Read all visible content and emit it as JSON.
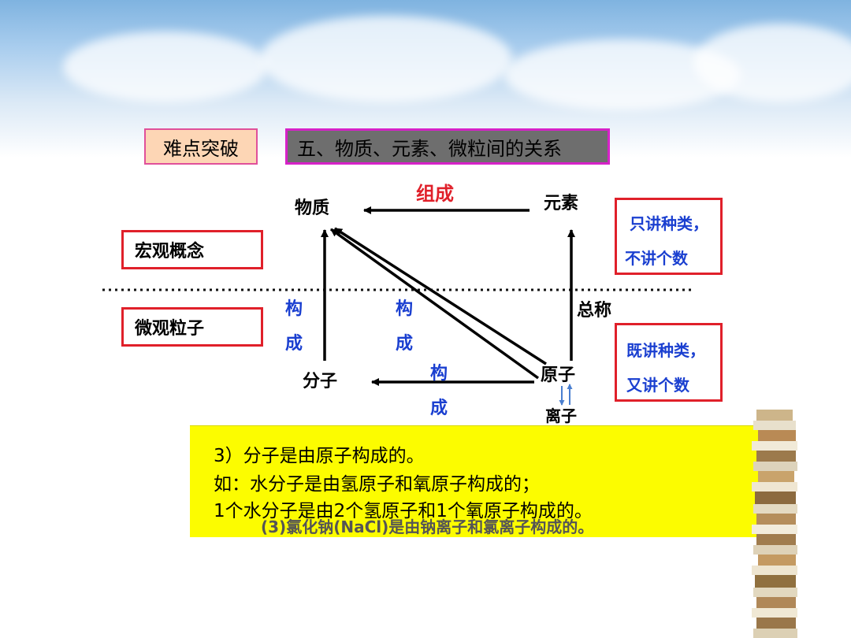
{
  "header": {
    "tag": "难点突破",
    "title": "五、物质、元素、微粒间的关系"
  },
  "diagram": {
    "nodes": {
      "wuzhi": "物质",
      "yuansu": "元素",
      "fenzi": "分子",
      "yuanzi": "原子",
      "lizi": "离子"
    },
    "edge_labels": {
      "zucheng": "组成",
      "gou": "构",
      "cheng": "成",
      "zongcheng": "总称"
    },
    "categories": {
      "macro": "宏观概念",
      "micro": "微观粒子"
    },
    "notes": {
      "note1_line1": "只讲种类，",
      "note1_line2": "不讲个数",
      "note2_line1": "既讲种类，",
      "note2_line2": "又讲个数"
    }
  },
  "overlay": {
    "line1": "3）分子是由原子构成的。",
    "line2": "如：水分子是由氢原子和氧原子构成的；",
    "line3": "1个水分子是由2个氢原子和1个氧原子构成的。",
    "hidden_bottom": "(3)氯化钠(NaCl)是由钠离子和氯离子构成的。"
  },
  "colors": {
    "accent_red": "#e0202a",
    "accent_blue": "#1a3fd0",
    "highlight_yellow": "#fcfc00",
    "title_bg": "#6e6e6e"
  }
}
